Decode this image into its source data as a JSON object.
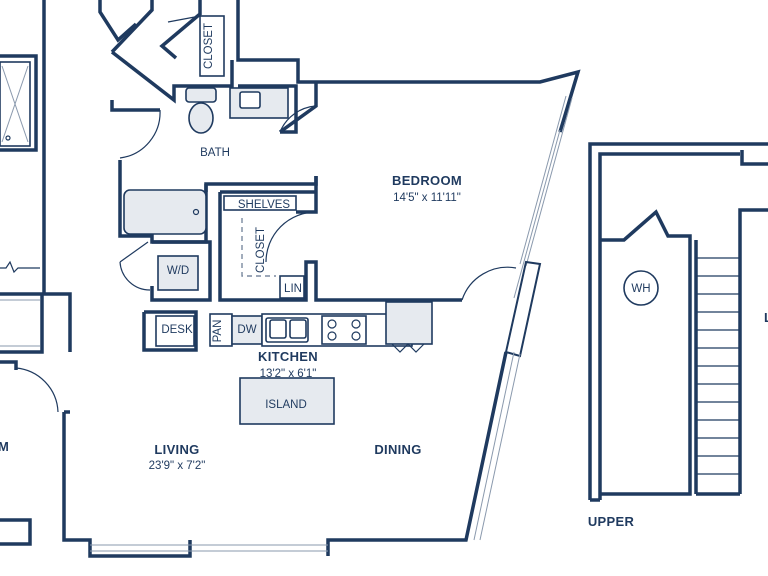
{
  "rooms": {
    "bedroom": {
      "name": "BEDROOM",
      "size": "14'5\" x 11'11\""
    },
    "kitchen": {
      "name": "KITCHEN",
      "size": "13'2\" x 6'1\""
    },
    "living": {
      "name": "LIVING",
      "size": "23'9\" x 7'2\""
    },
    "dining": {
      "name": "DINING"
    },
    "bath": {
      "name": "BATH"
    },
    "upper": {
      "name": "UPPER"
    }
  },
  "fixtures": {
    "closet_top": "CLOSET",
    "closet_mid": "CLOSET",
    "shelves": "SHELVES",
    "lin": "LIN",
    "wd": "W/D",
    "desk": "DESK",
    "pan": "PAN",
    "dw": "DW",
    "island": "ISLAND",
    "wh": "WH"
  },
  "edge_fragments": {
    "left_letter": "M",
    "right_letter": "L"
  }
}
